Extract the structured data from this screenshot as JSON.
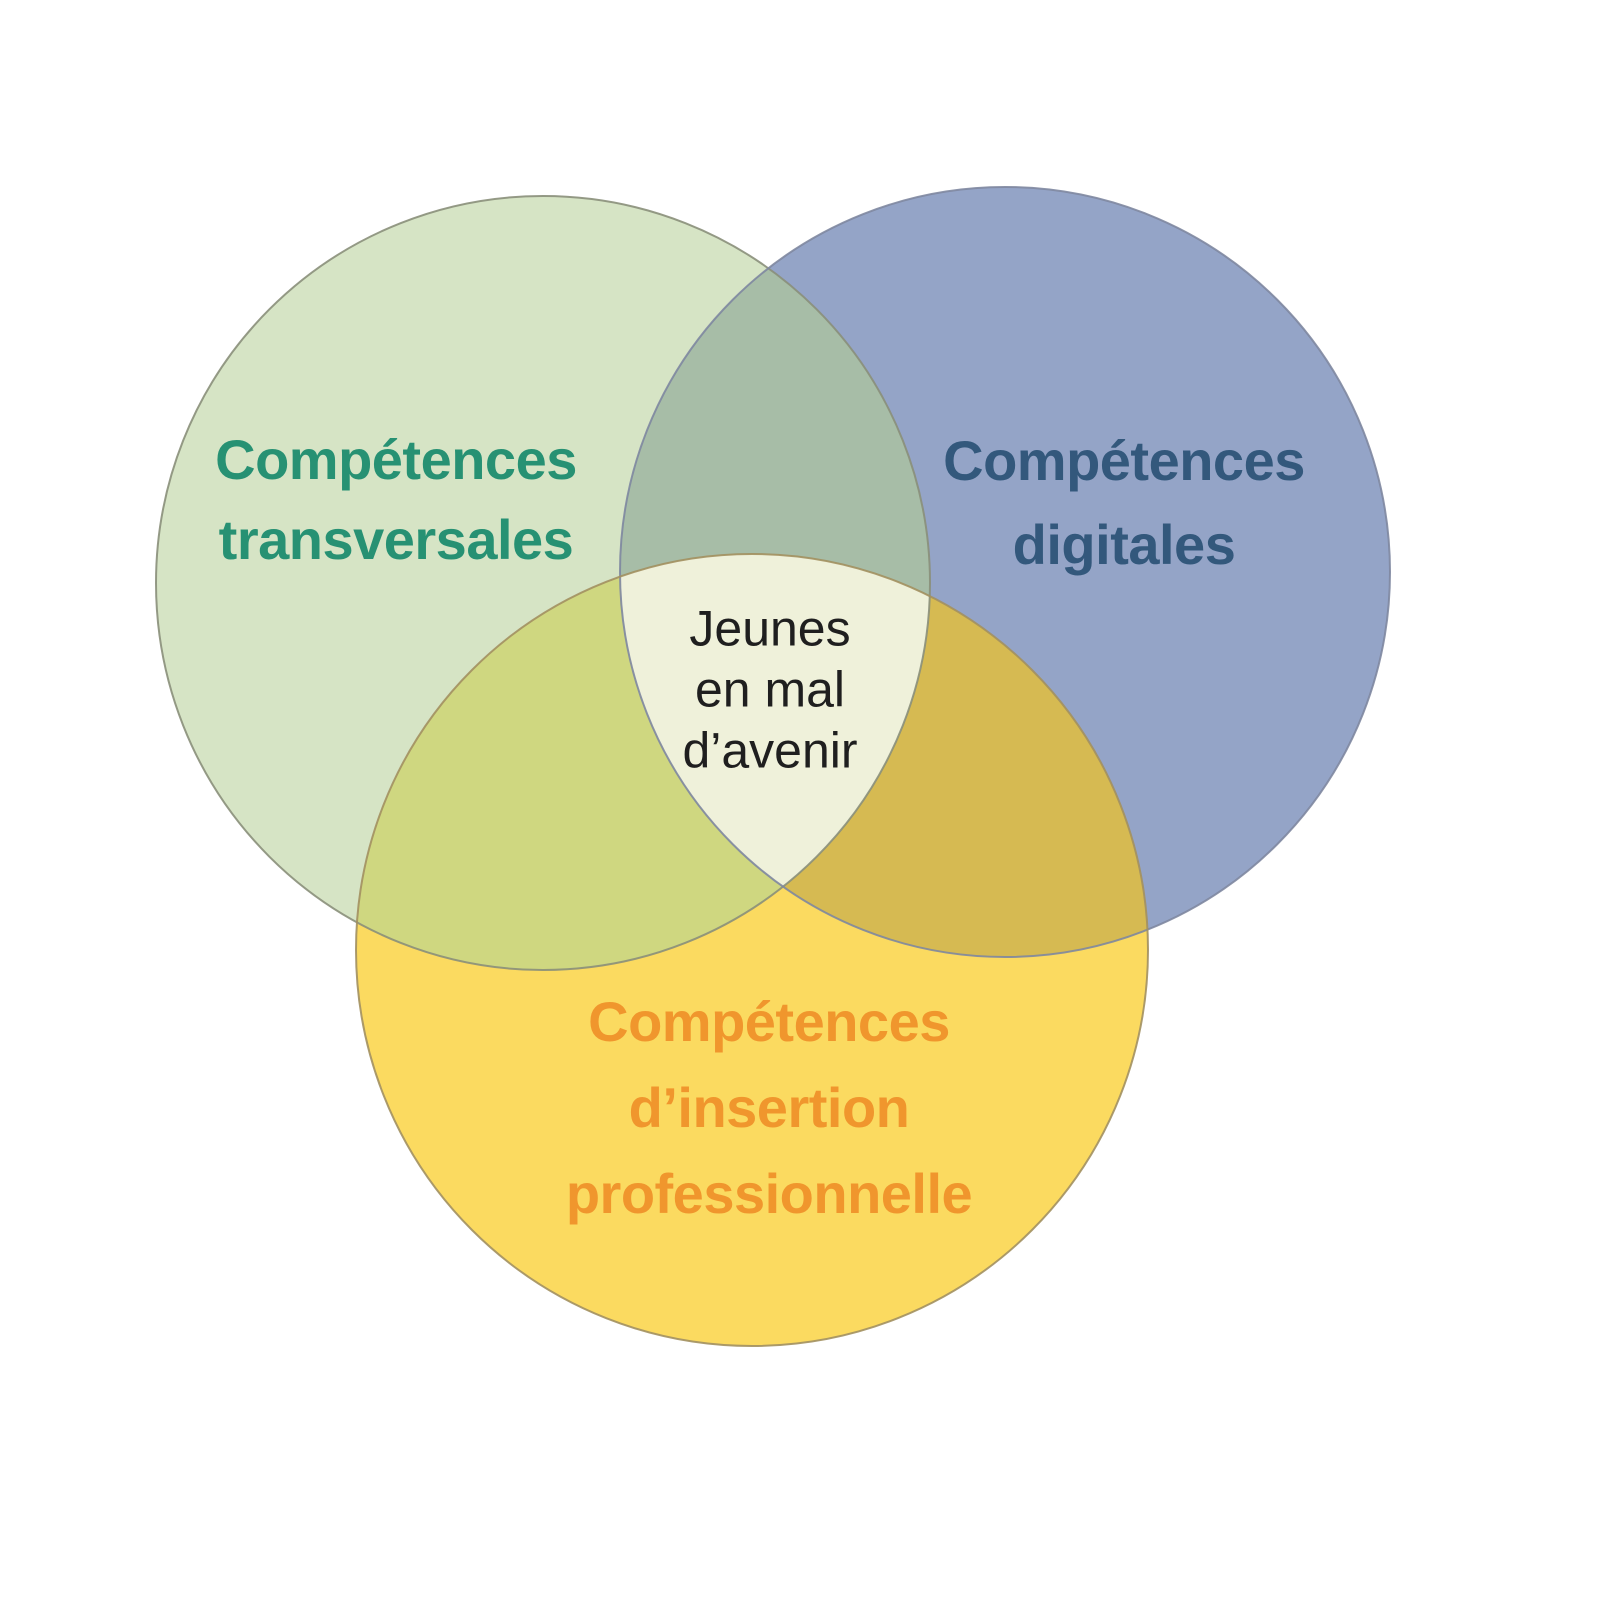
{
  "colors": {
    "background": "#ffffff",
    "green_circle_fill": "#d6e4c5",
    "blue_circle_fill": "#94a4c7",
    "yellow_circle_fill": "#fbda60",
    "green_blue_overlap_fill": "#a7bda7",
    "green_yellow_overlap_fill": "#cfd780",
    "blue_yellow_overlap_fill": "#d6ba52",
    "center_region_fill": "#eff1da",
    "green_circle_outline": "#8a8f7a",
    "blue_circle_outline": "#7e87a0",
    "yellow_circle_outline": "#a29060",
    "green_label_color": "#279173",
    "blue_label_color": "#33587c",
    "yellow_label_color": "#f0962d",
    "center_text_color": "#1f1f1f"
  },
  "venn": {
    "left_circle": {
      "lines": [
        "Compétences",
        "transversales"
      ]
    },
    "right_circle": {
      "lines": [
        "Compétences",
        "digitales"
      ]
    },
    "bottom_circle": {
      "lines": [
        "Compétences",
        "d’insertion",
        "professionnelle"
      ]
    },
    "center": {
      "lines": [
        "Jeunes",
        "en mal",
        "d’avenir"
      ]
    }
  }
}
